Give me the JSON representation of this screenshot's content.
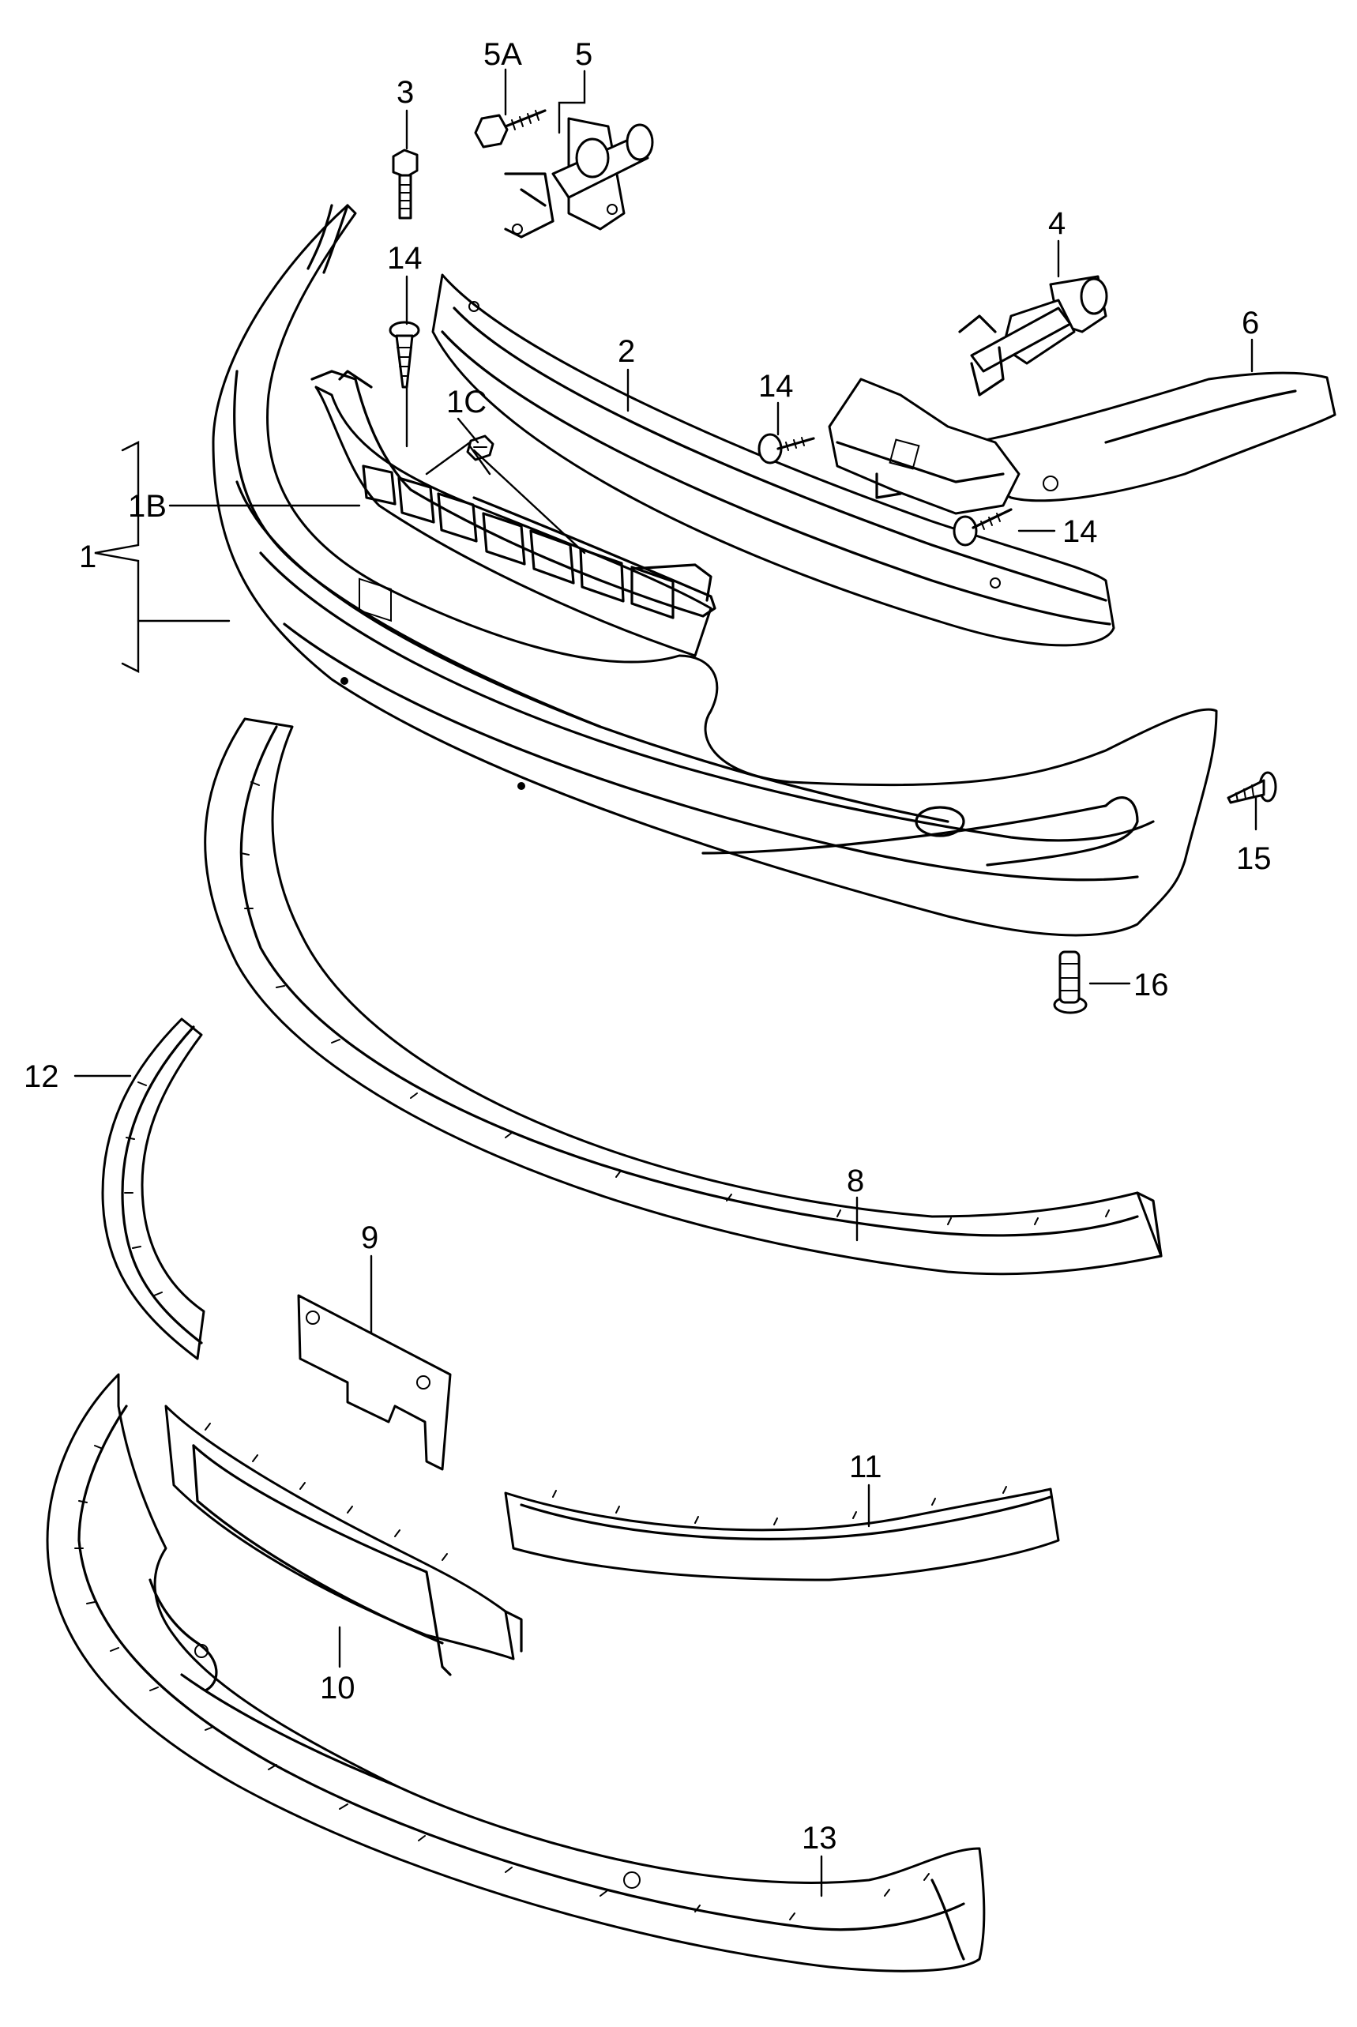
{
  "callouts": [
    {
      "id": "1",
      "label": "1"
    },
    {
      "id": "1B",
      "label": "1B"
    },
    {
      "id": "1C",
      "label": "1C"
    },
    {
      "id": "2",
      "label": "2"
    },
    {
      "id": "3",
      "label": "3"
    },
    {
      "id": "4",
      "label": "4"
    },
    {
      "id": "5",
      "label": "5"
    },
    {
      "id": "5A",
      "label": "5A"
    },
    {
      "id": "6",
      "label": "6"
    },
    {
      "id": "8",
      "label": "8"
    },
    {
      "id": "9",
      "label": "9"
    },
    {
      "id": "10",
      "label": "10"
    },
    {
      "id": "11",
      "label": "11"
    },
    {
      "id": "12",
      "label": "12"
    },
    {
      "id": "13",
      "label": "13"
    },
    {
      "id": "14a",
      "label": "14"
    },
    {
      "id": "14b",
      "label": "14"
    },
    {
      "id": "14c",
      "label": "14"
    },
    {
      "id": "15",
      "label": "15"
    },
    {
      "id": "16",
      "label": "16"
    }
  ]
}
